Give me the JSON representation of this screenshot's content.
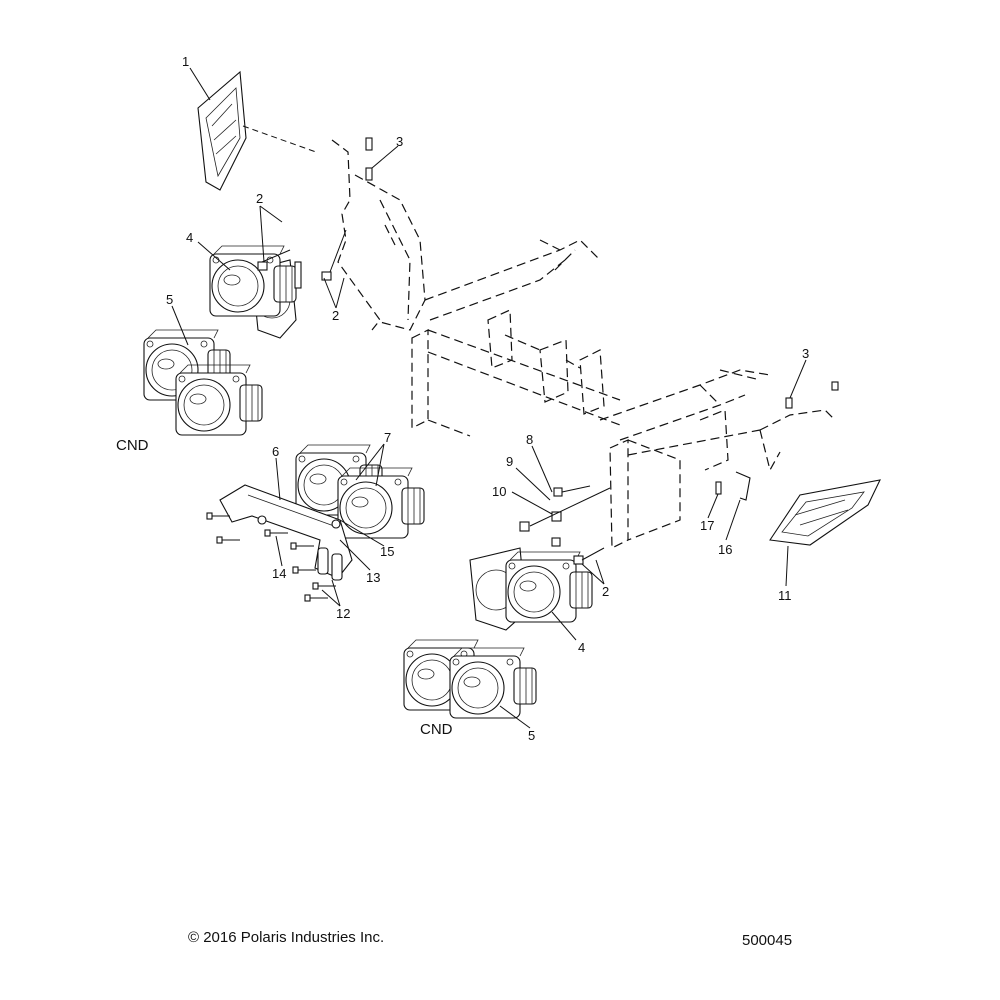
{
  "callouts": [
    {
      "id": "c1",
      "label": "1"
    },
    {
      "id": "c2a",
      "label": "2"
    },
    {
      "id": "c2b",
      "label": "2"
    },
    {
      "id": "c2c",
      "label": "2"
    },
    {
      "id": "c3a",
      "label": "3"
    },
    {
      "id": "c3b",
      "label": "3"
    },
    {
      "id": "c4a",
      "label": "4"
    },
    {
      "id": "c4b",
      "label": "4"
    },
    {
      "id": "c5a",
      "label": "5"
    },
    {
      "id": "c5b",
      "label": "5"
    },
    {
      "id": "c6",
      "label": "6"
    },
    {
      "id": "c7",
      "label": "7"
    },
    {
      "id": "c8",
      "label": "8"
    },
    {
      "id": "c9",
      "label": "9"
    },
    {
      "id": "c10",
      "label": "10"
    },
    {
      "id": "c11",
      "label": "11"
    },
    {
      "id": "c12",
      "label": "12"
    },
    {
      "id": "c13",
      "label": "13"
    },
    {
      "id": "c14",
      "label": "14"
    },
    {
      "id": "c15",
      "label": "15"
    },
    {
      "id": "c16",
      "label": "16"
    },
    {
      "id": "c17",
      "label": "17"
    }
  ],
  "region_notes": [
    {
      "id": "cnd_left",
      "label": "CND"
    },
    {
      "id": "cnd_bottom",
      "label": "CND"
    }
  ],
  "footer": {
    "copyright": "© 2016 Polaris Industries Inc.",
    "diagram_id": "500045"
  }
}
